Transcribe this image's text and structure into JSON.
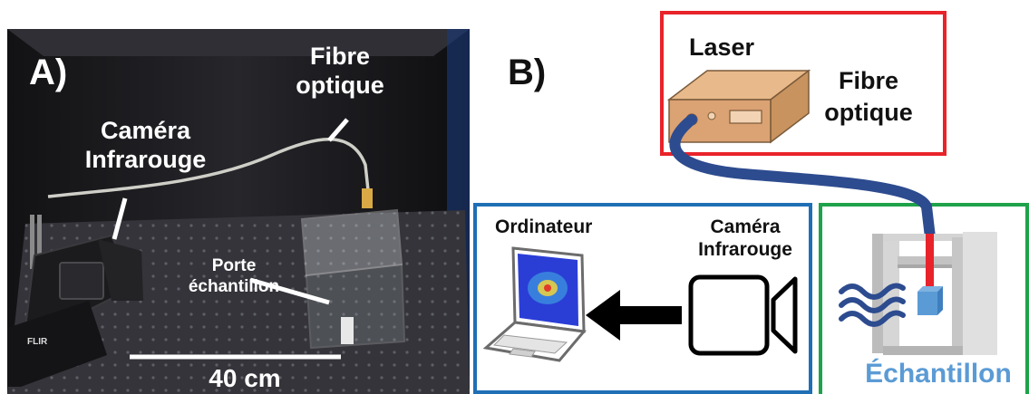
{
  "panel_a": {
    "letter": "A)",
    "fibre_line1": "Fibre",
    "fibre_line2": "optique",
    "camera_line1": "Caméra",
    "camera_line2": "Infrarouge",
    "holder_line1": "Porte",
    "holder_line2": "échantillon",
    "scale": "40 cm",
    "camera_brand": "FLIR"
  },
  "panel_b": {
    "letter": "B)",
    "laser": "Laser",
    "fibre_line1": "Fibre",
    "fibre_line2": "optique",
    "computer": "Ordinateur",
    "camera_line1": "Caméra",
    "camera_line2": "Infrarouge",
    "sample": "Échantillon"
  },
  "colors": {
    "laser_box": "#e8232a",
    "computer_box": "#1f6fb5",
    "sample_box": "#1fa24a",
    "fibre": "#2d4b8f",
    "sample_text": "#5b9bd5"
  }
}
